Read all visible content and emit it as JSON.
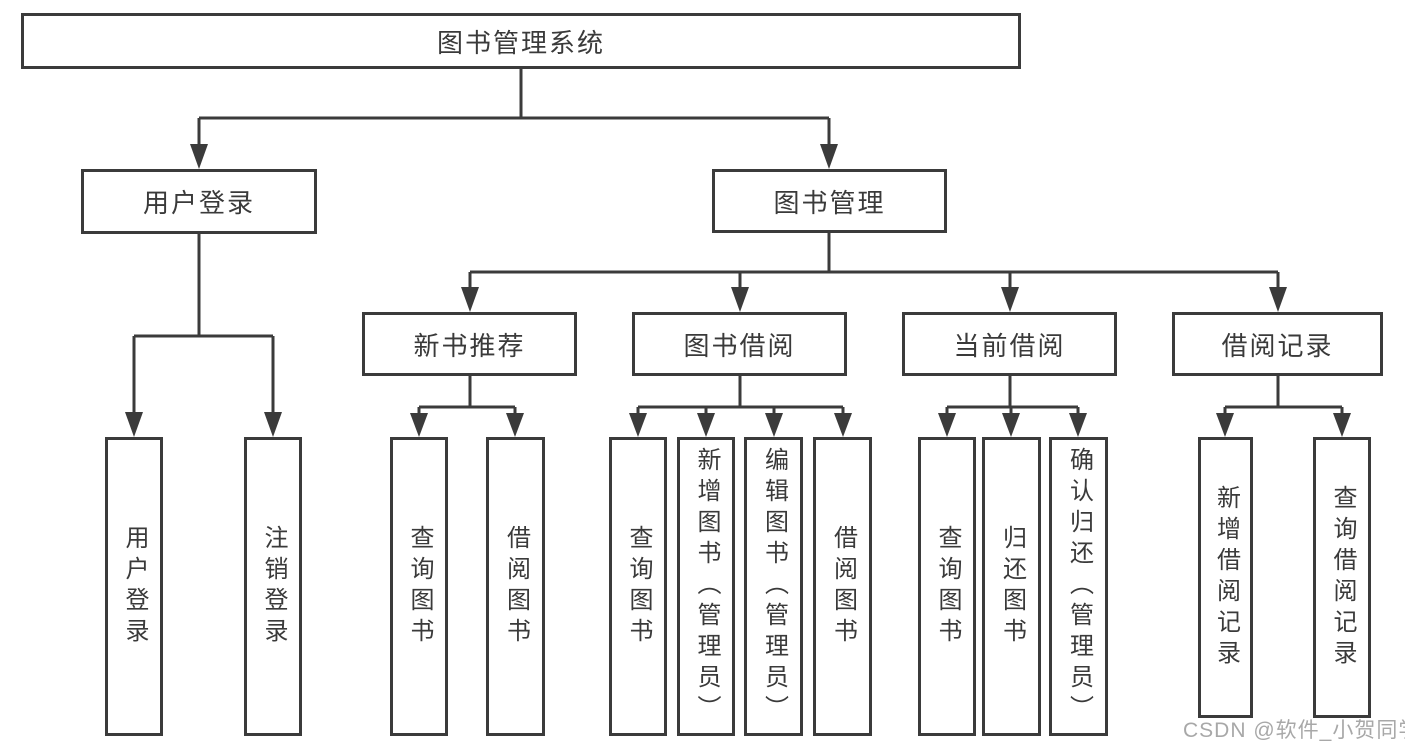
{
  "tree": {
    "root": {
      "label": "图书管理系统"
    },
    "branches": [
      {
        "label": "用户登录",
        "children": [
          {
            "label": "用户登录"
          },
          {
            "label": "注销登录"
          }
        ]
      },
      {
        "label": "图书管理",
        "children": [
          {
            "label": "新书推荐",
            "children": [
              {
                "label": "查询图书"
              },
              {
                "label": "借阅图书"
              }
            ]
          },
          {
            "label": "图书借阅",
            "children": [
              {
                "label": "查询图书"
              },
              {
                "label": "新增图书（管理员）"
              },
              {
                "label": "编辑图书（管理员）"
              },
              {
                "label": "借阅图书"
              }
            ]
          },
          {
            "label": "当前借阅",
            "children": [
              {
                "label": "查询图书"
              },
              {
                "label": "归还图书"
              },
              {
                "label": "确认归还（管理员）"
              }
            ]
          },
          {
            "label": "借阅记录",
            "children": [
              {
                "label": "新增借阅记录"
              },
              {
                "label": "查询借阅记录"
              }
            ]
          }
        ]
      }
    ]
  },
  "watermark": {
    "text": "CSDN @软件_小贺同学"
  },
  "colors": {
    "line": "#3b3b3b",
    "text": "#3a3a3a",
    "background": "#ffffff",
    "watermark": "#a8a8a8"
  }
}
